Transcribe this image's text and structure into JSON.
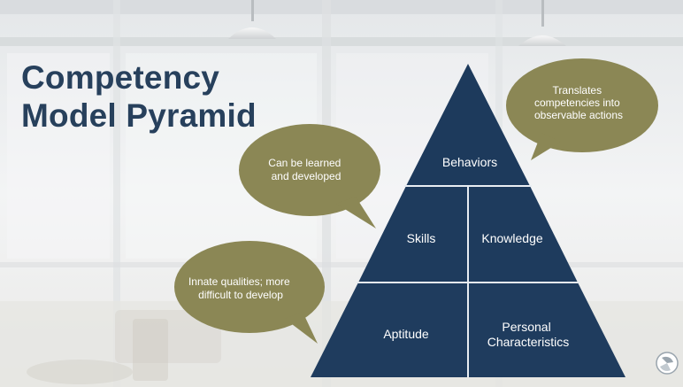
{
  "slide": {
    "title_line1": "Competency",
    "title_line2": "Model Pyramid"
  },
  "pyramid": {
    "top": {
      "label": "Behaviors"
    },
    "middle_left": {
      "label": "Skills"
    },
    "middle_right": {
      "label": "Knowledge"
    },
    "bottom_left": {
      "label": "Aptitude"
    },
    "bottom_right": {
      "line1": "Personal",
      "line2": "Characteristics"
    }
  },
  "bubbles": {
    "top_right": {
      "line1": "Translates",
      "line2": "competencies into",
      "line3": "observable actions"
    },
    "middle_left": {
      "line1": "Can be learned",
      "line2": "and developed"
    },
    "bottom_left": {
      "line1": "Innate qualities; more",
      "line2": "difficult to develop"
    }
  },
  "logo": {
    "icon": "circular-logo-icon"
  },
  "colors": {
    "pyramid_fill": "#1d3a5c",
    "pyramid_divider": "#e8edf2",
    "bubble_fill": "#8b8755",
    "title": "#27405c",
    "background": "#eef0f1"
  }
}
